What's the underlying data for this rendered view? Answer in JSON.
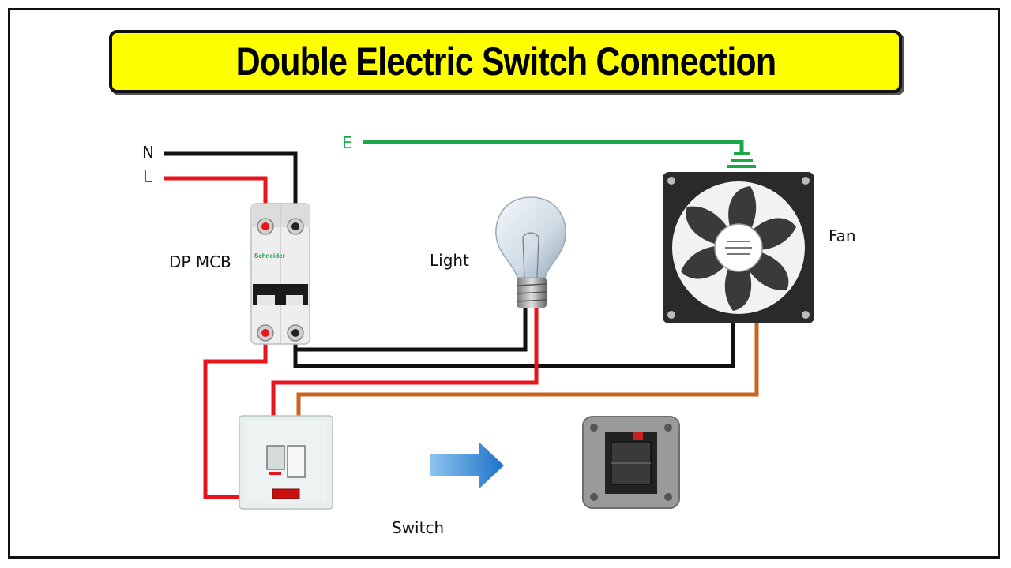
{
  "title": "Double Electric Switch Connection",
  "labels": {
    "neutral": "N",
    "live": "L",
    "earth": "E",
    "mcb": "DP MCB",
    "light": "Light",
    "fan": "Fan",
    "switch": "Switch"
  },
  "device_text": {
    "mcb_brand": "Schneider"
  },
  "colors": {
    "neutral_wire": "#111111",
    "live_wire": "#e8141b",
    "earth_wire": "#1aa84a",
    "switched_wire": "#c8641e",
    "title_bg": "#ffff00",
    "arrow": "#3b8fd9"
  },
  "icons": [
    "circuit-breaker-icon",
    "light-bulb-icon",
    "fan-icon",
    "wall-switch-icon",
    "arrow-right-icon",
    "switch-mechanism-icon",
    "earth-symbol-icon"
  ]
}
